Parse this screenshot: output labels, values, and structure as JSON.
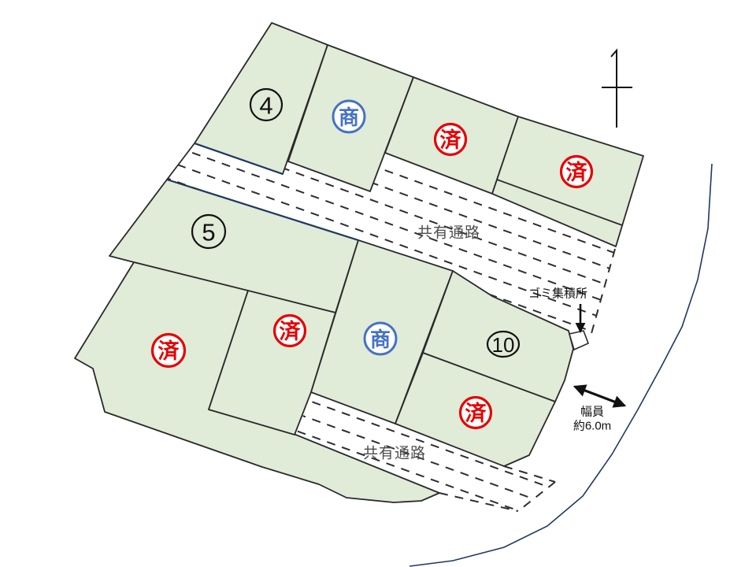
{
  "parcels": {
    "numbered_labels": {
      "plot4": "4",
      "plot5": "5",
      "plot10": "10"
    },
    "stamps": {
      "sold": "済",
      "negotiation": "商"
    }
  },
  "annotations": {
    "shared_passage_upper": "共有通路",
    "shared_passage_lower": "共有通路",
    "garbage_station": "ゴミ集積所",
    "road_width_label": "幅員",
    "road_width_value": "約6.0m"
  },
  "colors": {
    "parcel_fill": "#e0ebd8",
    "parcel_stroke": "#2a2a2a",
    "boundary_navy": "#1f3864",
    "sold_stamp_red": "#e60000",
    "negotiation_stamp_blue": "#4472c4",
    "passage_text_gray": "#4d4d4d",
    "road_line_navy": "#1f3864"
  }
}
